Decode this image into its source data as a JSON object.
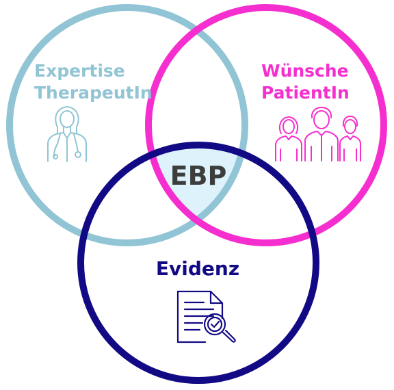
{
  "colors": {
    "expertise": "#91c4d4",
    "wishes": "#f52fcf",
    "evidence": "#120a84",
    "center_fill": "#ddf2fa",
    "center_text": "#3d3d3d"
  },
  "circles": {
    "expertise": {
      "line1": "Expertise",
      "line2": "TherapeutIn",
      "icon": "doctor-icon"
    },
    "wishes": {
      "line1": "Wünsche",
      "line2": "PatientIn",
      "icon": "patients-group-icon"
    },
    "evidence": {
      "label": "Evidenz",
      "icon": "document-search-icon"
    }
  },
  "center": {
    "label": "EBP"
  }
}
